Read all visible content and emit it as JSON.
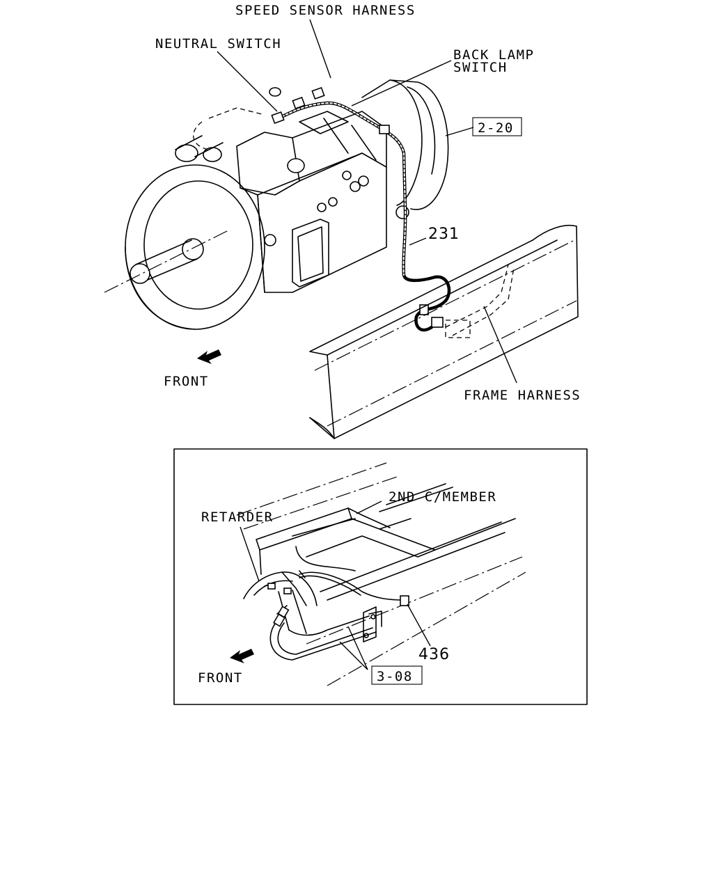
{
  "top_view": {
    "labels": {
      "speed_sensor_harness": "SPEED SENSOR HARNESS",
      "neutral_switch": "NEUTRAL SWITCH",
      "back_lamp_switch_line1": "BACK LAMP",
      "back_lamp_switch_line2": "SWITCH",
      "part_231": "231",
      "frame_harness": "FRAME HARNESS",
      "front": "FRONT"
    },
    "callout_box": "2-20"
  },
  "inset_view": {
    "labels": {
      "second_crossmember": "2ND C/MEMBER",
      "retarder": "RETARDER",
      "part_436": "436",
      "front": "FRONT"
    },
    "callout_box": "3-08"
  }
}
